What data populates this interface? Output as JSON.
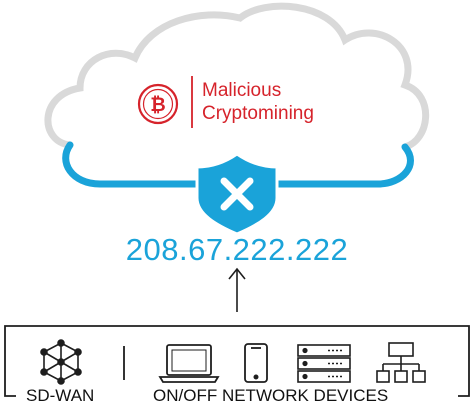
{
  "cloud": {
    "threat_line1": "Malicious",
    "threat_line2": "Cryptomining",
    "threat_icon": "bitcoin-coin-icon",
    "blocked_icon": "shield-x-icon"
  },
  "ip_address": "208.67.222.222",
  "devices_box": {
    "left_label": "SD-WAN",
    "right_label": "ON/OFF NETWORK DEVICES",
    "icons": [
      "sdwan-mesh-icon",
      "laptop-icon",
      "smartphone-icon",
      "server-rack-icon",
      "network-hierarchy-icon"
    ]
  },
  "colors": {
    "cloud_outline": "#d9d9d9",
    "cloud_base": "#1aa3d9",
    "shield": "#1aa3d9",
    "threat_red": "#d6232b",
    "ip_text": "#1aa3d9",
    "dark": "#1e1e1e"
  }
}
